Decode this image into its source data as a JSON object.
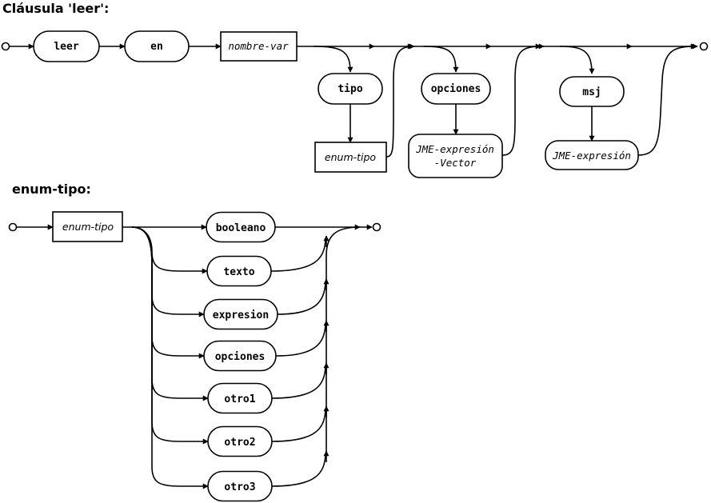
{
  "sections": {
    "clause_title": "Cláusula 'leer':",
    "enum_title": "enum-tipo:"
  },
  "clause": {
    "leer": "leer",
    "en": "en",
    "nombre_var": "nombre-var",
    "tipo": "tipo",
    "enum_tipo": "enum-tipo",
    "opciones": "opciones",
    "jme_vector_line1": "JME-expresión",
    "jme_vector_line2": "-Vector",
    "msj": "msj",
    "jme_expr": "JME-expresión"
  },
  "enum": {
    "enum_tipo": "enum-tipo",
    "options": [
      "booleano",
      "texto",
      "expresion",
      "opciones",
      "otro1",
      "otro2",
      "otro3"
    ]
  }
}
